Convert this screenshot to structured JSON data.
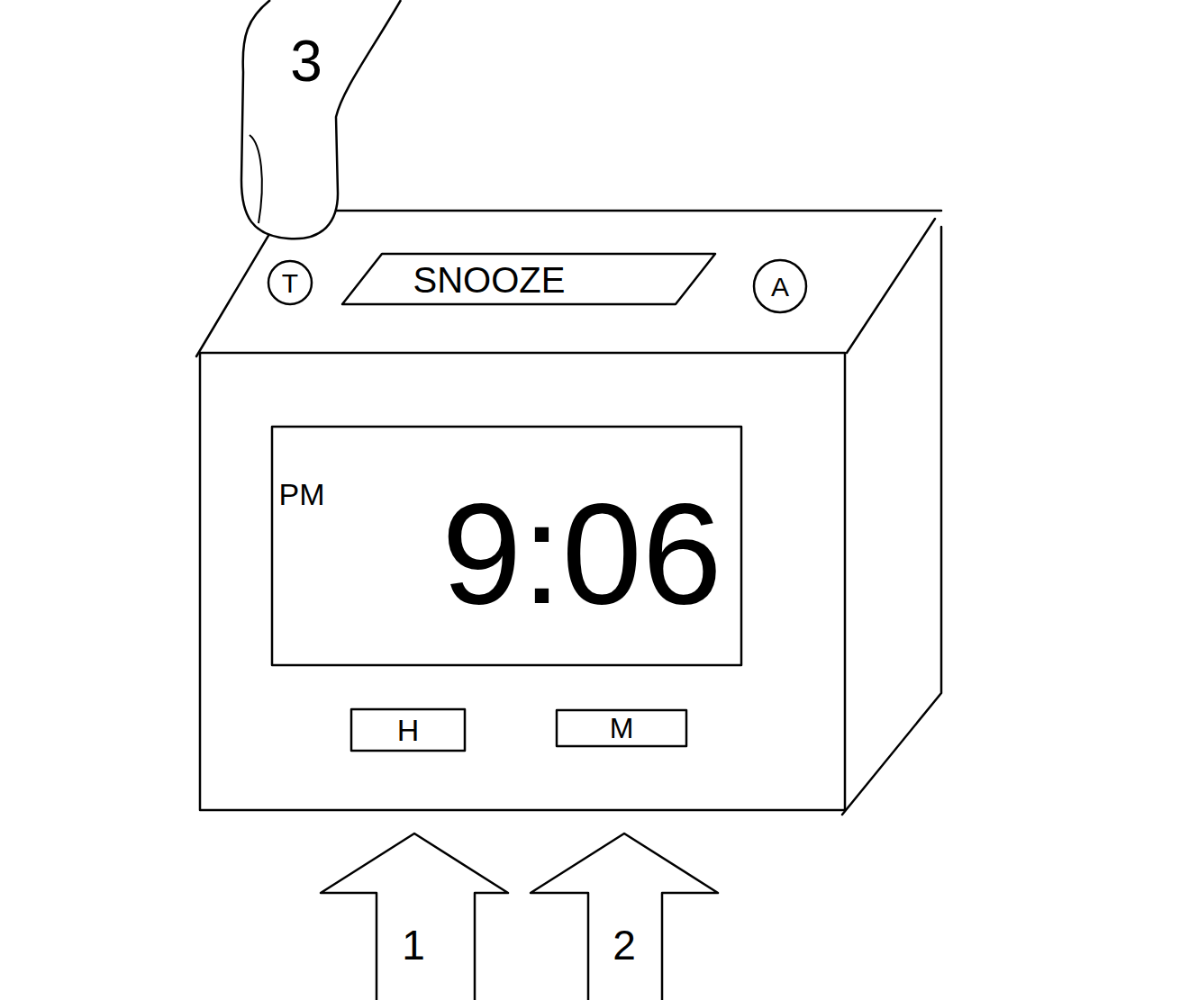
{
  "diagram": {
    "nodes": [
      {
        "text": [
          "3"
        ]
      },
      {
        "text": [
          "T"
        ]
      },
      {
        "text": [
          "SNOOZE"
        ]
      },
      {
        "text": [
          "A"
        ]
      },
      {
        "text": [
          "PM",
          "9:06"
        ]
      },
      {
        "text": [
          "H"
        ]
      },
      {
        "text": [
          "M"
        ]
      },
      {
        "text": [
          "1"
        ]
      },
      {
        "text": [
          "2"
        ]
      }
    ]
  }
}
